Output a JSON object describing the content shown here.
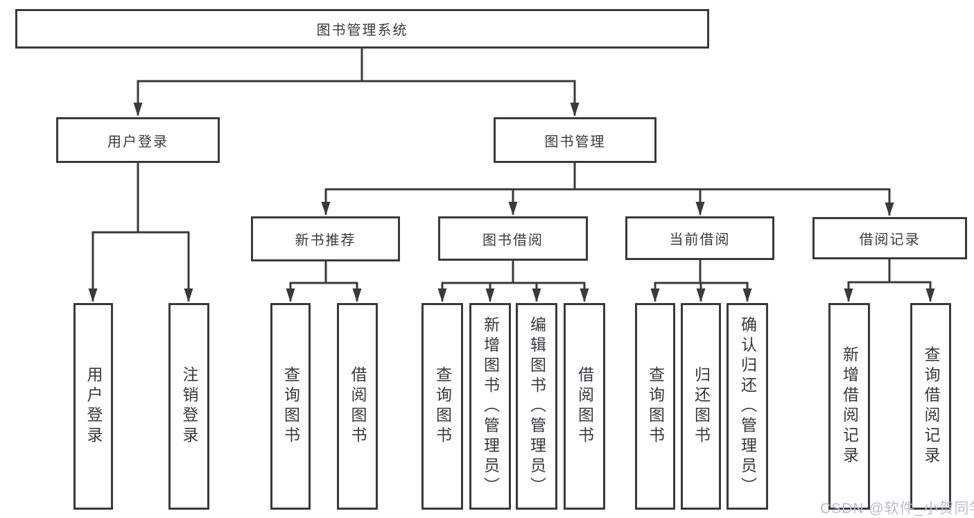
{
  "diagram": {
    "root": {
      "label": "图书管理系统"
    },
    "branches": [
      {
        "label": "用户登录",
        "leaves": [
          {
            "label": "用户登录"
          },
          {
            "label": "注销登录"
          }
        ]
      },
      {
        "label": "图书管理",
        "groups": [
          {
            "label": "新书推荐",
            "leaves": [
              {
                "label": "查询图书"
              },
              {
                "label": "借阅图书"
              }
            ]
          },
          {
            "label": "图书借阅",
            "leaves": [
              {
                "label": "查询图书"
              },
              {
                "label": "新增图书（管理员）"
              },
              {
                "label": "编辑图书（管理员）"
              },
              {
                "label": "借阅图书"
              }
            ]
          },
          {
            "label": "当前借阅",
            "leaves": [
              {
                "label": "查询图书"
              },
              {
                "label": "归还图书"
              },
              {
                "label": "确认归还（管理员）"
              }
            ]
          },
          {
            "label": "借阅记录",
            "leaves": [
              {
                "label": "新增借阅记录"
              },
              {
                "label": "查询借阅记录"
              }
            ]
          }
        ]
      }
    ],
    "watermark": "CSDN @软件_小贺同学",
    "colors": {
      "line": "#3a3a3c",
      "text": "#39393d",
      "background": "#ffffff",
      "watermark": "#b9bec7"
    }
  }
}
